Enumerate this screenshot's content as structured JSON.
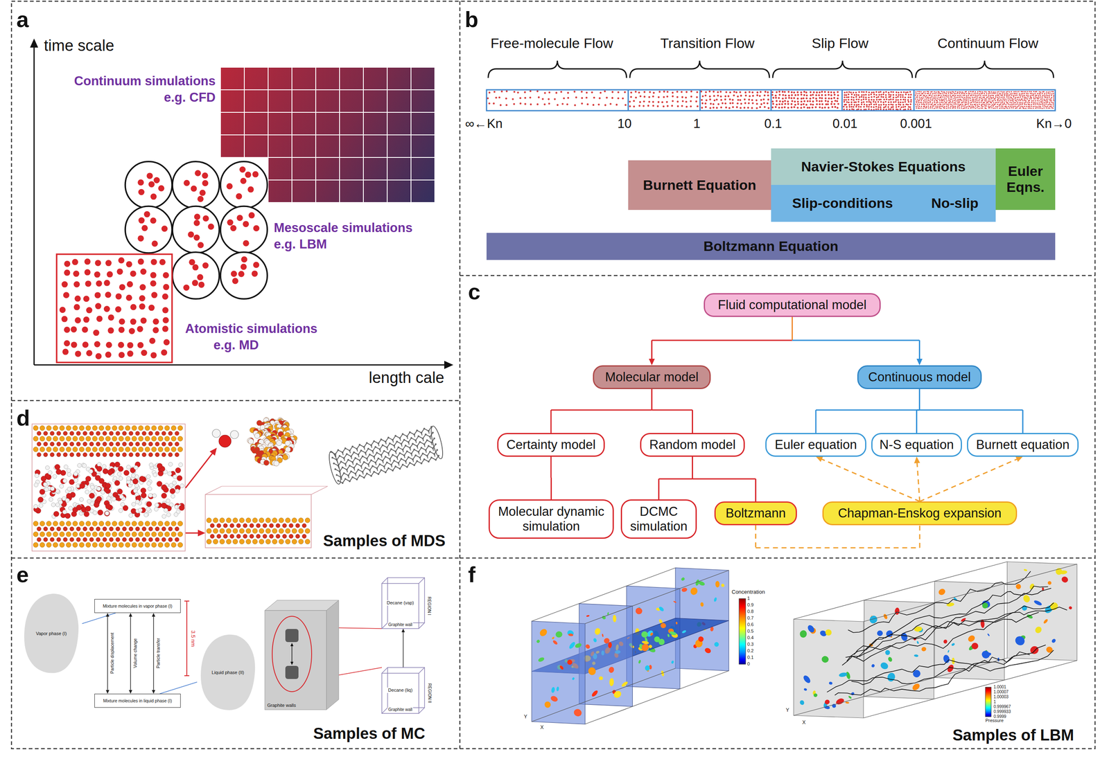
{
  "diagram": {
    "nodes": [
      {
        "text": [
          "Burnett Equation"
        ]
      },
      {
        "text": [
          "Navier-Stokes Equations"
        ]
      },
      {
        "text": [
          "Slip-conditions"
        ]
      },
      {
        "text": [
          "No-slip"
        ]
      },
      {
        "text": [
          "Euler Eqns."
        ]
      },
      {
        "text": [
          "Boltzmann Equation"
        ]
      },
      {
        "text": [
          "Fluid computational model"
        ]
      },
      {
        "text": [
          "Molecular model"
        ]
      },
      {
        "text": [
          "Continuous model"
        ]
      },
      {
        "text": [
          "Certainty model"
        ]
      },
      {
        "text": [
          "Random model"
        ]
      },
      {
        "text": [
          "Euler equation"
        ]
      },
      {
        "text": [
          "N-S equation"
        ]
      },
      {
        "text": [
          "Burnett equation"
        ]
      },
      {
        "text": [
          "Molecular dynamic simulation"
        ]
      },
      {
        "text": [
          "DCMC simulation"
        ]
      },
      {
        "text": [
          "Boltzmann"
        ]
      },
      {
        "text": [
          "Chapman-Enskog expansion"
        ]
      },
      {
        "text": [
          "Vapor phase (I)"
        ]
      },
      {
        "text": [
          "Mixture molecules in vapor phase (I)"
        ]
      },
      {
        "text": [
          "Mixture molecules in liquid phase (I)"
        ]
      },
      {
        "text": [
          "Liquid phase (II)"
        ]
      },
      {
        "text": [
          "Graphite walls"
        ]
      },
      {
        "text": [
          "Decane (vap)",
          "Graphite wall",
          "REGION I"
        ]
      },
      {
        "text": [
          "Decane (liq)",
          "Graphite wall",
          "REGION II"
        ]
      }
    ],
    "edges": [
      {
        "from": 6,
        "to": 7,
        "arrow": "to"
      },
      {
        "from": 6,
        "to": 8,
        "arrow": "to"
      },
      {
        "from": 7,
        "to": 9,
        "arrow": "none"
      },
      {
        "from": 7,
        "to": 10,
        "arrow": "none"
      },
      {
        "from": 8,
        "to": 11,
        "arrow": "none"
      },
      {
        "from": 8,
        "to": 12,
        "arrow": "none"
      },
      {
        "from": 8,
        "to": 13,
        "arrow": "none"
      },
      {
        "from": 9,
        "to": 14,
        "arrow": "none"
      },
      {
        "from": 10,
        "to": 15,
        "arrow": "none"
      },
      {
        "from": 10,
        "to": 16,
        "arrow": "none"
      },
      {
        "from": 17,
        "to": 11,
        "arrow": "to"
      },
      {
        "from": 17,
        "to": 12,
        "arrow": "to"
      },
      {
        "from": 17,
        "to": 13,
        "arrow": "to"
      },
      {
        "from": 16,
        "to": 17,
        "arrow": "none"
      },
      {
        "from": 18,
        "to": 19,
        "arrow": "none"
      },
      {
        "from": 21,
        "to": 20,
        "arrow": "none"
      },
      {
        "from": 19,
        "to": 20,
        "label": "Particle displacement",
        "arrow": "both"
      },
      {
        "from": 19,
        "to": 20,
        "label": "Volume change",
        "arrow": "both"
      },
      {
        "from": 19,
        "to": 20,
        "label": "Particle transfer",
        "arrow": "both"
      },
      {
        "from": 24,
        "to": 23,
        "arrow": "to"
      }
    ],
    "labels": [
      "a",
      "time scale",
      "length cale",
      "Continuum simulations",
      "e.g. CFD",
      "Mesoscale simulations",
      "e.g. LBM",
      "Atomistic simulations",
      "e.g. MD",
      "b",
      "Free-molecule Flow",
      "Transition Flow",
      "Slip Flow",
      "Continuum Flow",
      "∞←Kn",
      "10",
      "1",
      "0.1",
      "0.01",
      "0.001",
      "Kn→0",
      "c",
      "d",
      "Samples of MDS",
      "e",
      "3.5 nm",
      "Samples of MC",
      "f",
      "Concentration",
      "1",
      "0.9",
      "0.8",
      "0.7",
      "0.6",
      "0.5",
      "0.4",
      "0.3",
      "0.2",
      "0.1",
      "0",
      "Y",
      "X",
      "1.0001",
      "1.00007",
      "1.00003",
      "1",
      "0.999967",
      "0.999933",
      "0.9999",
      "Pressure",
      "Y",
      "X",
      "Samples of LBM"
    ]
  }
}
